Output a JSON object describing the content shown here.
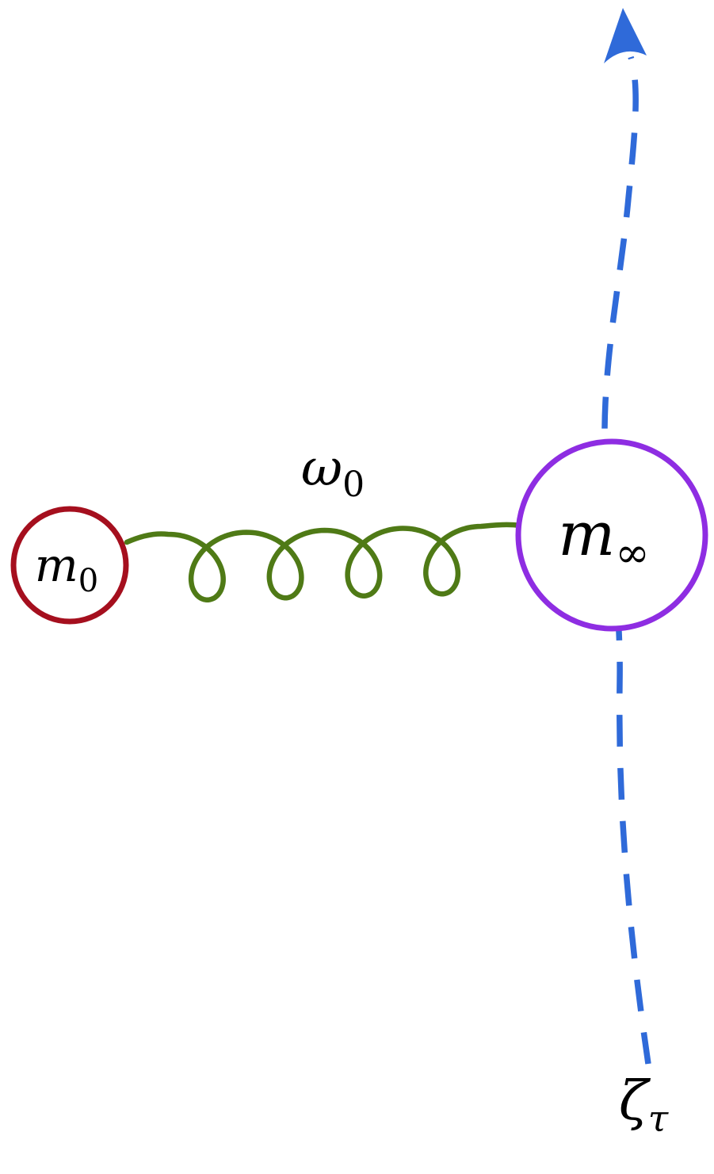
{
  "diagram": {
    "description": "Coupled oscillator diagram: small mass m0 connected by a spring (natural frequency omega0) to a large mass m-infinity which moves along a dashed trajectory zeta-tau",
    "labels": {
      "left_mass": {
        "main": "m",
        "sub": "0"
      },
      "spring": {
        "main": "ω",
        "sub": "0"
      },
      "right_mass": {
        "main": "m",
        "sub": "∞"
      },
      "trajectory": {
        "main": "ζ",
        "sub": "τ"
      }
    },
    "colors": {
      "left_mass_stroke": "#a50f1e",
      "spring": "#4f7a16",
      "right_mass_stroke": "#8e2de2",
      "trajectory": "#2f6ad9",
      "text": "#000000",
      "background": "#ffffff"
    }
  }
}
